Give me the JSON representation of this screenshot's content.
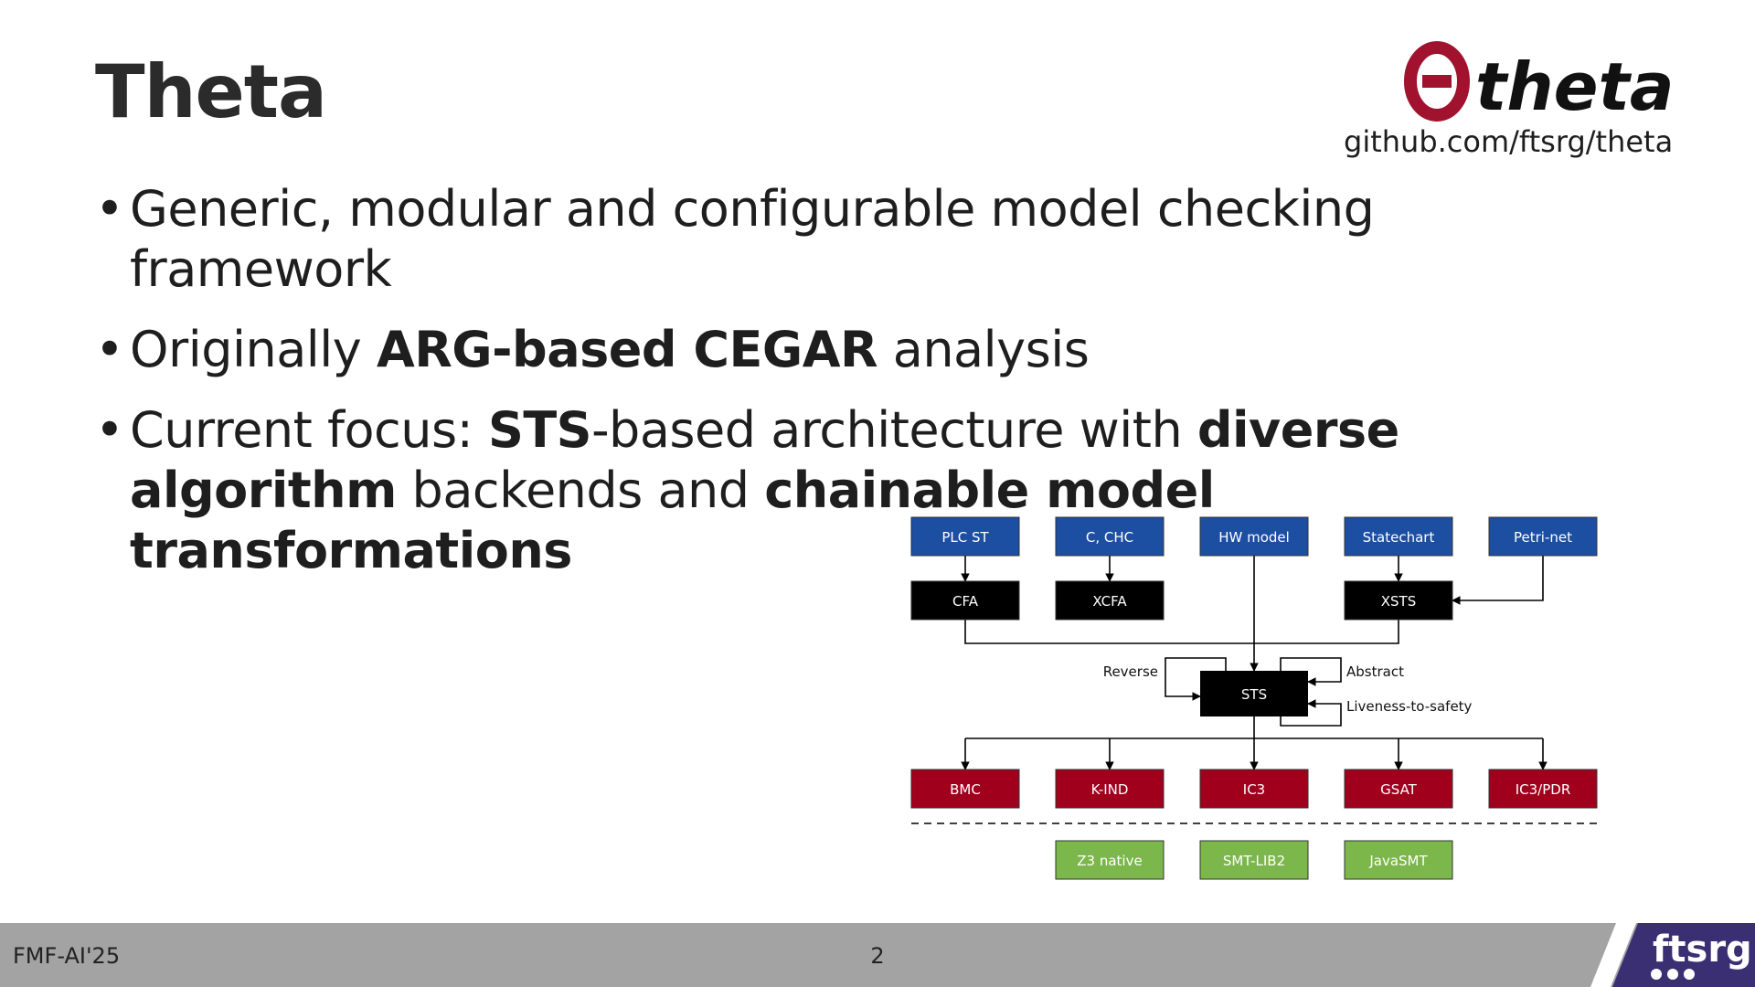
{
  "slide": {
    "title": "Theta",
    "logo_text": "theta",
    "logo_url": "github.com/ftsrg/theta"
  },
  "bullets": [
    {
      "parts": [
        {
          "t": "Generic, modular and configurable model checking framework",
          "b": false
        }
      ]
    },
    {
      "parts": [
        {
          "t": "Originally ",
          "b": false
        },
        {
          "t": "ARG-based CEGAR",
          "b": true
        },
        {
          "t": " analysis",
          "b": false
        }
      ]
    },
    {
      "parts": [
        {
          "t": "Current focus: ",
          "b": false
        },
        {
          "t": "STS",
          "b": true
        },
        {
          "t": "-based architecture with ",
          "b": false
        },
        {
          "t": "diverse algorithm",
          "b": true
        },
        {
          "t": " backends and ",
          "b": false
        },
        {
          "t": "chainable model transformations",
          "b": true
        }
      ]
    }
  ],
  "diagram": {
    "inputs": [
      "PLC ST",
      "C, CHC",
      "HW model",
      "Statechart",
      "Petri-net"
    ],
    "intermediates": [
      "CFA",
      "XCFA",
      "XSTS"
    ],
    "core": "STS",
    "transforms": [
      "Reverse",
      "Abstract",
      "Liveness-to-safety"
    ],
    "algorithms": [
      "BMC",
      "K-IND",
      "IC3",
      "GSAT",
      "IC3/PDR"
    ],
    "solvers": [
      "Z3 native",
      "SMT-LIB2",
      "JavaSMT"
    ],
    "colors": {
      "input": "#1c4ea2",
      "intermediate": "#000000",
      "algorithm": "#a0001c",
      "solver": "#7bb74a",
      "logo": "#a0122e",
      "footer_logo_bg": "#3b2f74"
    }
  },
  "footer": {
    "event": "FMF-AI'25",
    "page": "2",
    "logo_text": "ftsrg"
  }
}
